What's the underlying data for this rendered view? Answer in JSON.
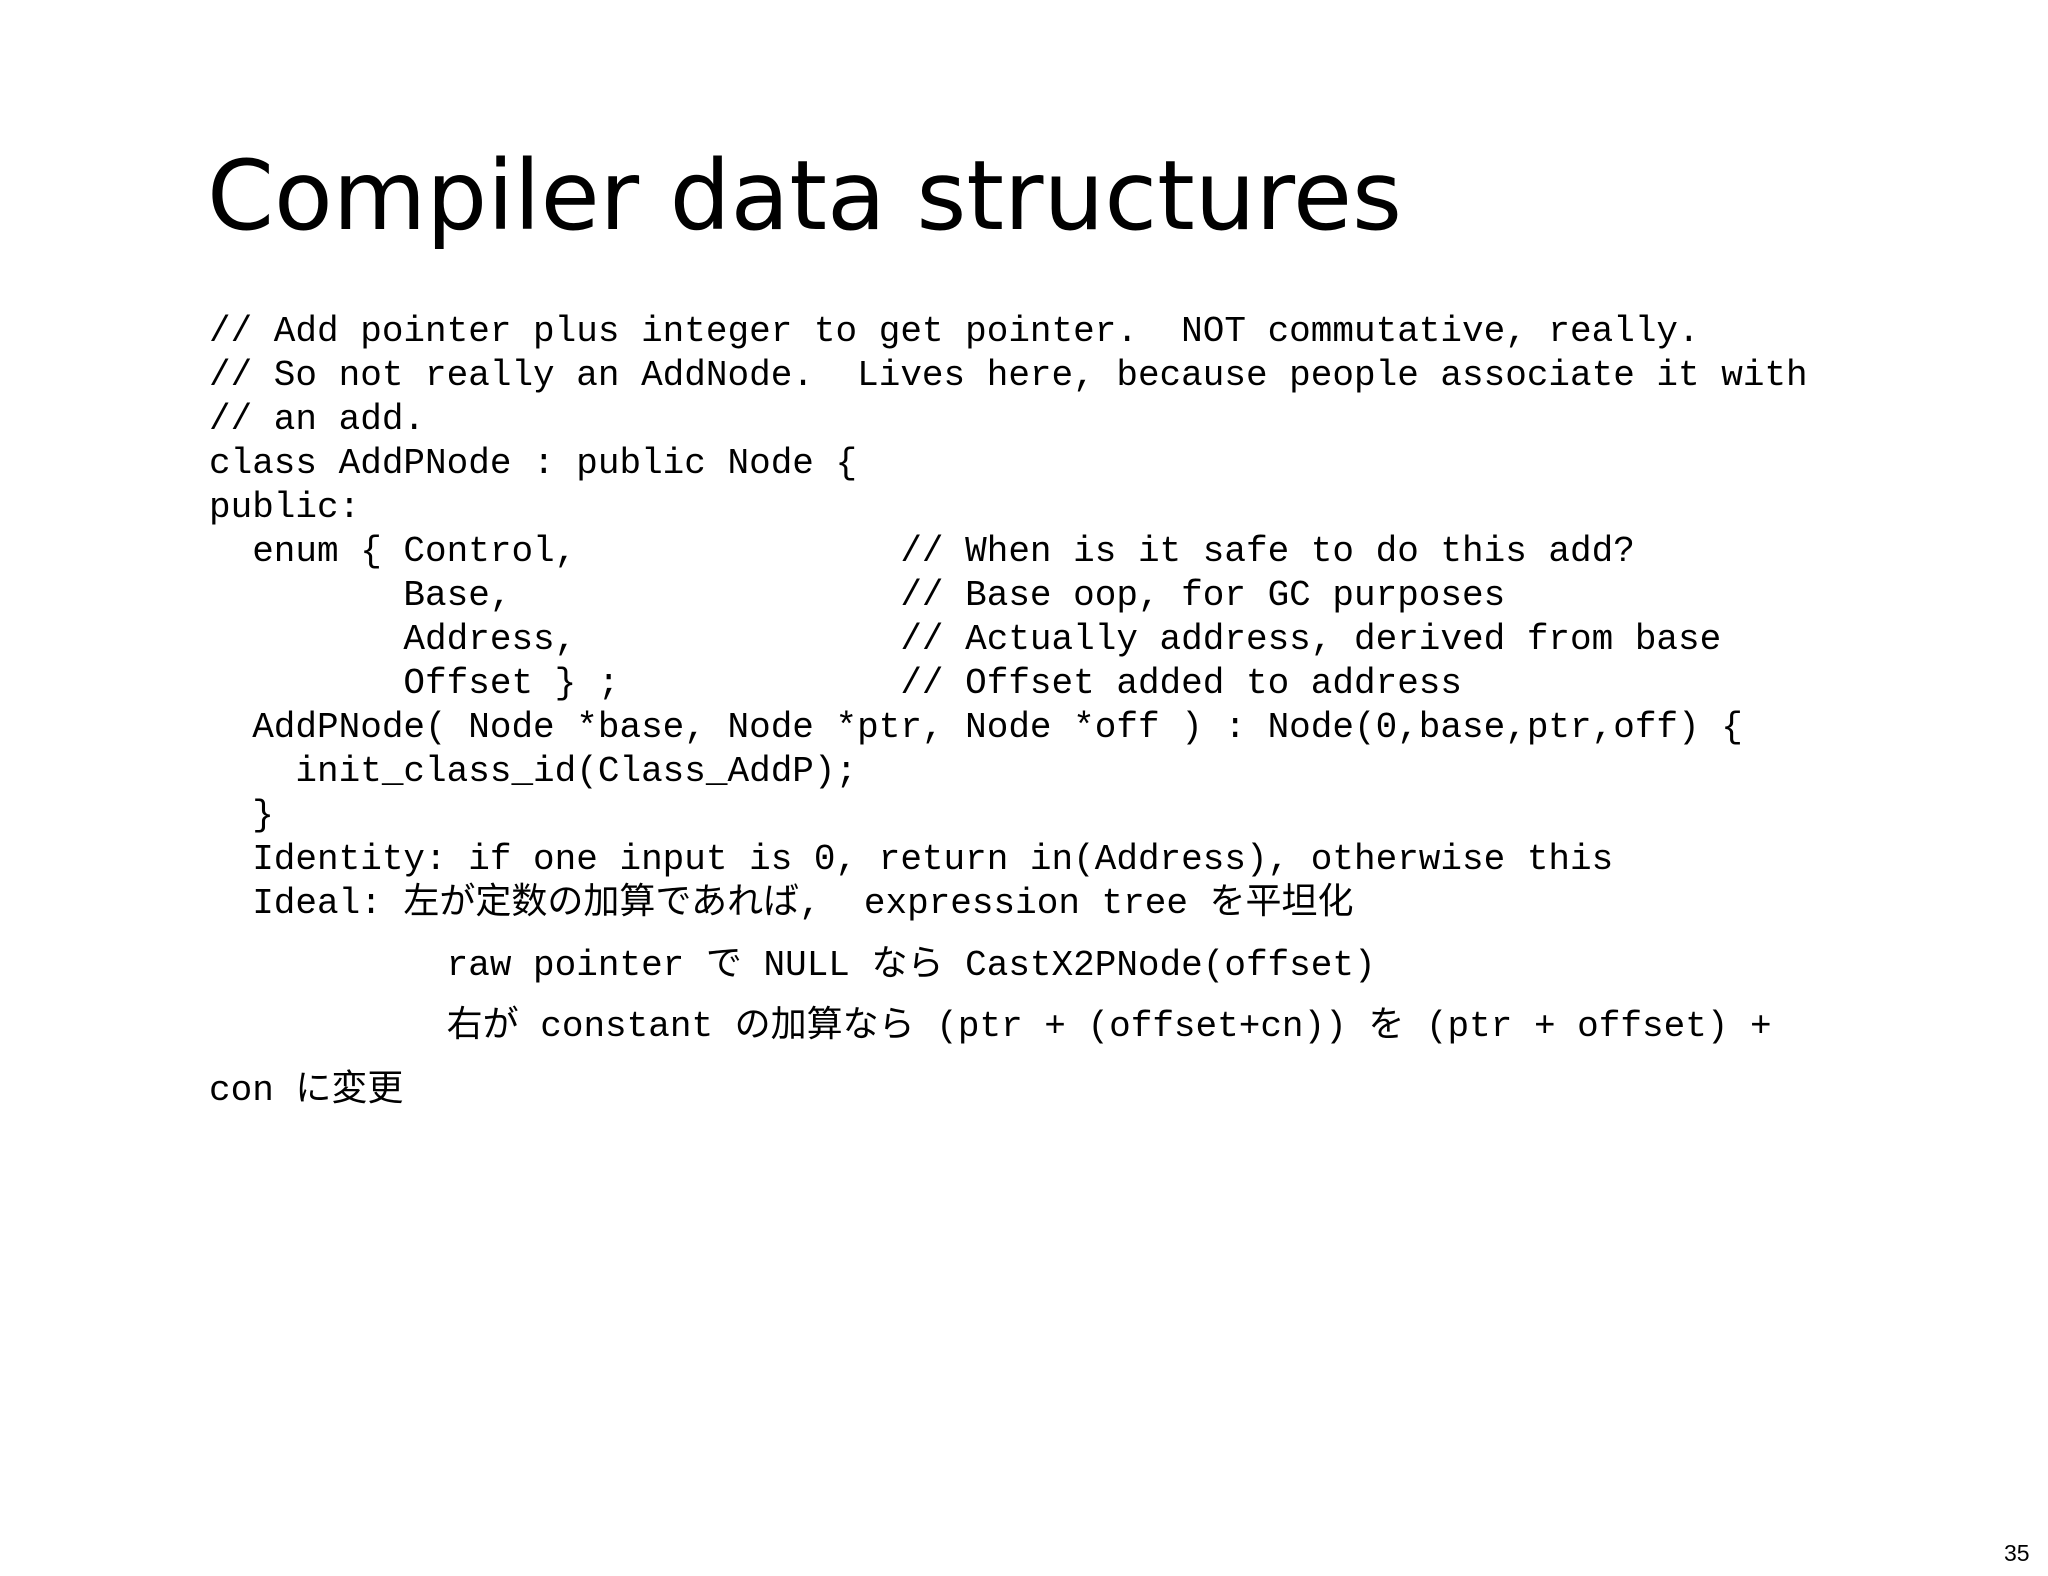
{
  "slide": {
    "title": "Compiler data structures",
    "page_number": "35",
    "code_lines": [
      "// Add pointer plus integer to get pointer.  NOT commutative, really.",
      "// So not really an AddNode.  Lives here, because people associate it with",
      "// an add.",
      "class AddPNode : public Node {",
      "public:",
      "  enum { Control,               // When is it safe to do this add?",
      "         Base,                  // Base oop, for GC purposes",
      "         Address,               // Actually address, derived from base",
      "         Offset } ;             // Offset added to address",
      "  AddPNode( Node *base, Node *ptr, Node *off ) : Node(0,base,ptr,off) {",
      "    init_class_id(Class_AddP);",
      "  }",
      "  Identity: if one input is 0, return in(Address), otherwise this",
      "  Ideal: 左が定数の加算であれば,  expression tree を平坦化",
      "           raw pointer で NULL なら CastX2PNode(offset)",
      "           右が constant の加算なら (ptr + (offset+cn)) を (ptr + offset) +",
      "con に変更"
    ]
  }
}
